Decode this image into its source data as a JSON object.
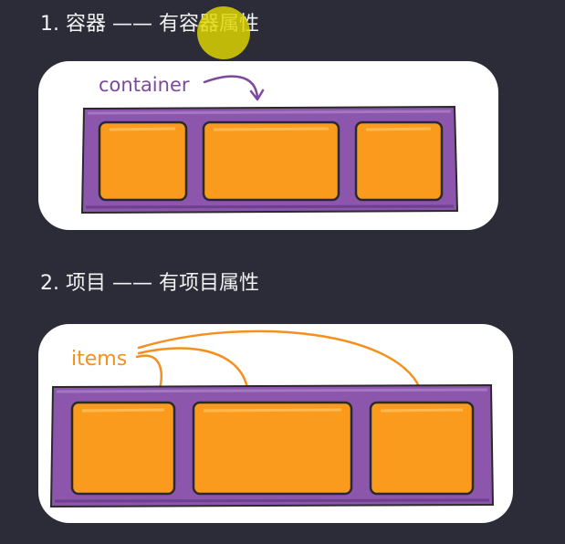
{
  "section1": {
    "heading": "1. 容器 —— 有容器属性",
    "label": "container"
  },
  "section2": {
    "heading": "2. 项目 —— 有项目属性",
    "label": "items"
  },
  "colors": {
    "background": "#2b2c37",
    "container_purple": "#8c56ad",
    "item_orange": "#fb9b1d",
    "container_label": "#7b4a9e",
    "items_label": "#f5901e"
  }
}
